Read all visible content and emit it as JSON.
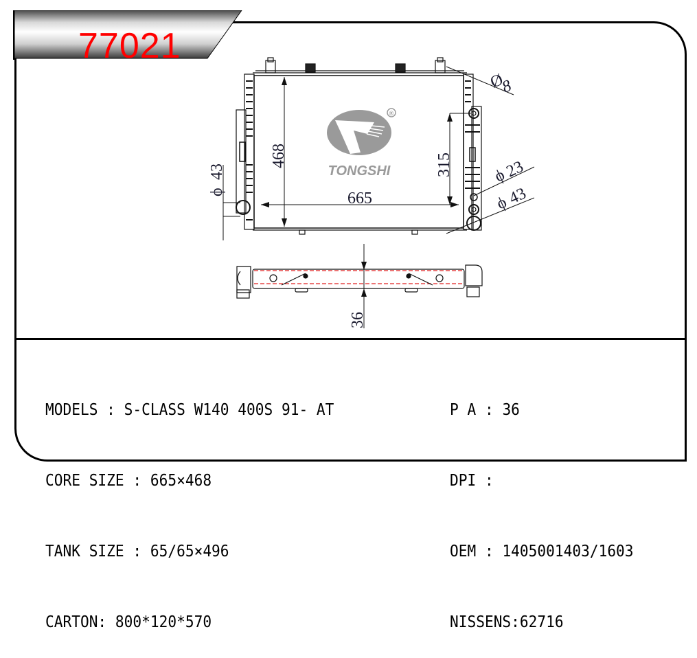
{
  "header": {
    "part_number": "77021",
    "part_number_color": "#ff0000"
  },
  "drawing": {
    "brand_logo": {
      "name": "TONGSHI",
      "registered_mark": "®",
      "color": "#9a9a9a"
    },
    "front_view_dimensions": {
      "core_width": "665",
      "core_height": "468",
      "port_spacing": "315",
      "left_inlet_diameter": "43",
      "right_outlet_diameter": "43",
      "right_small_port_diameter": "23",
      "top_vent_diameter": "8",
      "diameter_symbol": "ϕ",
      "vent_diameter_symbol": "Ø"
    },
    "side_view_dimensions": {
      "core_thickness": "36"
    }
  },
  "specs": {
    "left": [
      {
        "label": "MODELS : ",
        "value": "S-CLASS W140 400S 91- AT"
      },
      {
        "label": "CORE SIZE : ",
        "value": "665×468"
      },
      {
        "label": "TANK SIZE : ",
        "value": "65/65×496"
      },
      {
        "label": "CARTON: ",
        "value": "800*120*570"
      }
    ],
    "right": [
      {
        "label": "P A : ",
        "value": "36"
      },
      {
        "label": "DPI : ",
        "value": ""
      },
      {
        "label": "OEM : ",
        "value": "1405001403/1603"
      },
      {
        "label": "NISSENS:",
        "value": "62716"
      }
    ]
  }
}
